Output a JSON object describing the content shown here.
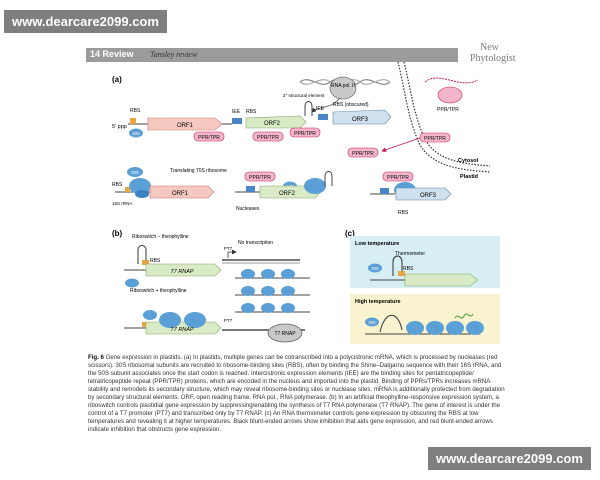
{
  "watermark_top": "www.dearcare2099.com",
  "watermark_bottom": "www.dearcare2099.com",
  "header": {
    "page": "14",
    "section": "Review",
    "journal": "Tansley review"
  },
  "brand": {
    "line1": "New",
    "line2": "Phytologist"
  },
  "panel_a": {
    "label": "(a)",
    "rna_pol": "RNA pol. II",
    "five_prime": "5' ppp",
    "rbs": "RBS",
    "s30": "30S",
    "orf1": "ORF1",
    "orf2": "ORF2",
    "orf3": "ORF3",
    "iee": "IEE",
    "second_structural": "2° structural element",
    "rbs_obscured": "RBS (obscured)",
    "ppr": "PPR/TPR",
    "cytosol": "Cytosol",
    "plastid": "Plastid",
    "translating": "Translating 70S ribosome",
    "s16": "16S rRNA",
    "s50": "50S",
    "nucleases": "Nucleases"
  },
  "panel_b": {
    "label": "(b)",
    "riboswitch_minus": "Riboswitch − theophylline",
    "riboswitch_plus": "Riboswitch + theophylline",
    "rbs": "RBS",
    "t7rnap": "T7 RNAP",
    "no_transcription": "No transcription",
    "p_t7": "PT7"
  },
  "panel_c": {
    "label": "(c)",
    "low": "Low temperature",
    "high": "High temperature",
    "thermometer": "Thermometer",
    "rbs": "RBS",
    "s30": "30S"
  },
  "caption": {
    "bold": "Fig. 6",
    "text": "Gene expression in plastids. (a) In plastids, multiple genes can be cotranscribed into a polycistronic mRNA, which is processed by nucleases (red scissors). 30S ribosomal subunits are recruited to ribosome-binding sites (RBS), often by binding the Shine–Dalgarno sequence with their 16S rRNA, and the 50S subunit associates once the start codon is reached. Intercistronic expression elements (IEE) are the binding sites for pentatricopeptide/ tetratricopeptide repeat (PPR/TPR) proteins, which are encoded in the nucleus and imported into the plastid. Binding of PPRs/TPRs increases mRNA stability and remodels its secondary structure, which may reveal ribosome-binding sites or nuclease sites. mRNA is additionally protected from degradation by secondary structural elements. ORF, open reading frame. RNA pol., RNA polymerase. (b) In an artificial theophylline-responsive expression system, a riboswitch controls plastidial gene expression by suppressing/enabling the synthesis of T7 RNA polymerase (T7 RNAP). The gene of interest is under the control of a T7 promoter (PT7) and transcribed only by T7 RNAP. (c) An RNA thermometer controls gene expression by obscuring the RBS at low temperatures and revealing it at higher temperatures. Black blunt-ended arrows show inhibition that aids gene expression, and red blunt-ended arrows indicate inhibition that obstructs gene expression."
  },
  "colors": {
    "orf_fill": "#f6c9c0",
    "orf2_fill": "#d8ebc6",
    "orf3_fill": "#cfe0ee",
    "ppr_fill": "#f3b6cc",
    "ribosome": "#5a9fd6",
    "low_bg": "#d6eef4",
    "high_bg": "#faf3cf",
    "rbs": "#e8a640"
  }
}
